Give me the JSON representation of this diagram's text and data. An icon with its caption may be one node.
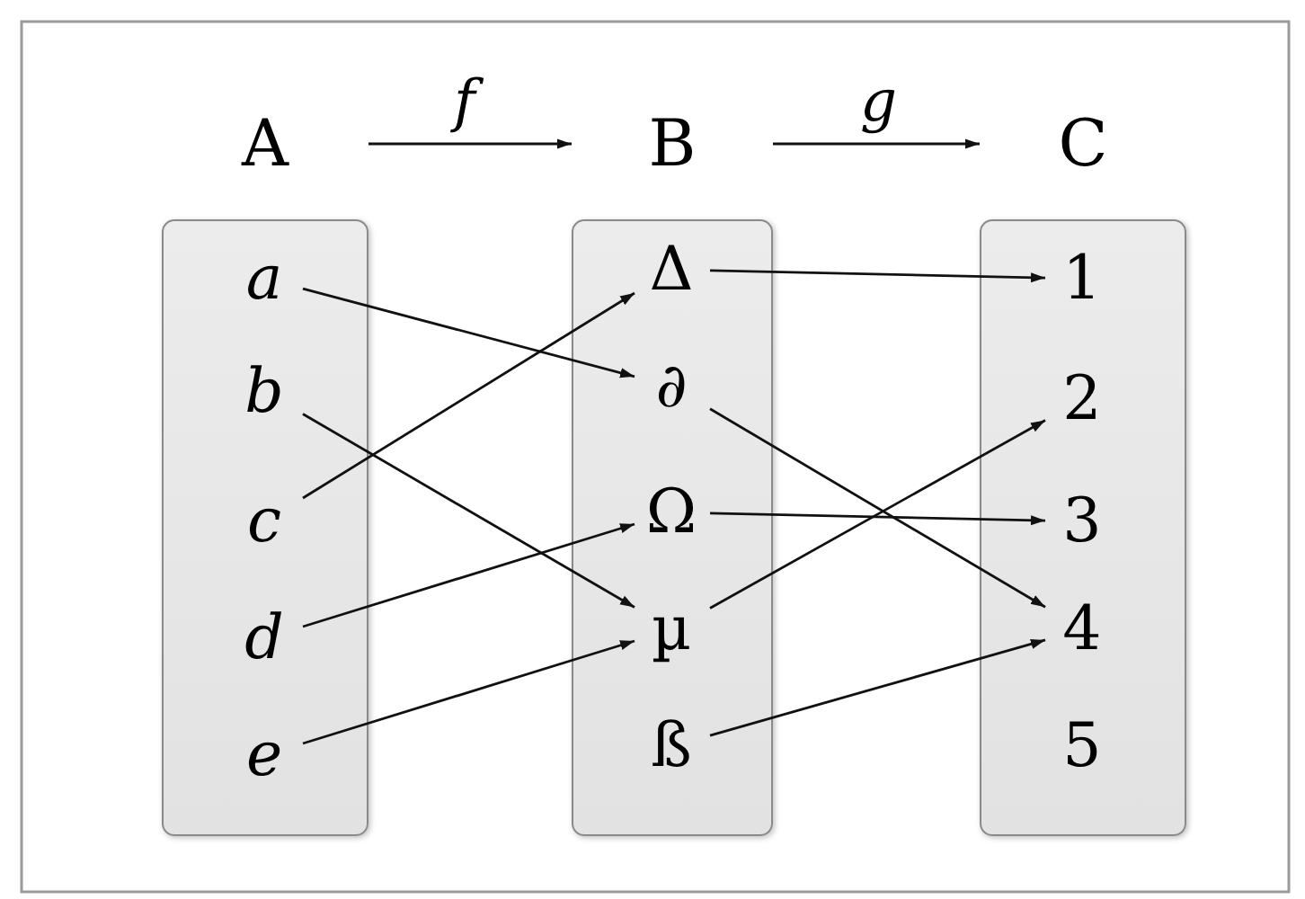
{
  "diagram": {
    "nodes": [
      {
        "text": [
          "A"
        ]
      },
      {
        "text": [
          "a"
        ],
        "in": 0
      },
      {
        "text": [
          "b"
        ],
        "in": 0
      },
      {
        "text": [
          "c"
        ],
        "in": 0
      },
      {
        "text": [
          "d"
        ],
        "in": 0
      },
      {
        "text": [
          "e"
        ],
        "in": 0
      },
      {
        "text": [
          "B"
        ]
      },
      {
        "text": [
          "Δ"
        ],
        "in": 6
      },
      {
        "text": [
          "∂"
        ],
        "in": 6
      },
      {
        "text": [
          "Ω"
        ],
        "in": 6
      },
      {
        "text": [
          "µ"
        ],
        "in": 6
      },
      {
        "text": [
          "ß"
        ],
        "in": 6
      },
      {
        "text": [
          "C"
        ]
      },
      {
        "text": [
          "1"
        ],
        "in": 12
      },
      {
        "text": [
          "2"
        ],
        "in": 12
      },
      {
        "text": [
          "3"
        ],
        "in": 12
      },
      {
        "text": [
          "4"
        ],
        "in": 12
      },
      {
        "text": [
          "5"
        ],
        "in": 12
      }
    ],
    "edges": [
      {
        "from": 0,
        "to": 6,
        "arrow": "to",
        "label": "f"
      },
      {
        "from": 6,
        "to": 12,
        "arrow": "to",
        "label": "g"
      },
      {
        "from": 1,
        "to": 8,
        "arrow": "to"
      },
      {
        "from": 2,
        "to": 10,
        "arrow": "to"
      },
      {
        "from": 3,
        "to": 7,
        "arrow": "to"
      },
      {
        "from": 4,
        "to": 9,
        "arrow": "to"
      },
      {
        "from": 5,
        "to": 10,
        "arrow": "to"
      },
      {
        "from": 7,
        "to": 13,
        "arrow": "to"
      },
      {
        "from": 8,
        "to": 16,
        "arrow": "to"
      },
      {
        "from": 9,
        "to": 15,
        "arrow": "to"
      },
      {
        "from": 10,
        "to": 14,
        "arrow": "to"
      },
      {
        "from": 11,
        "to": 16,
        "arrow": "to"
      }
    ]
  }
}
